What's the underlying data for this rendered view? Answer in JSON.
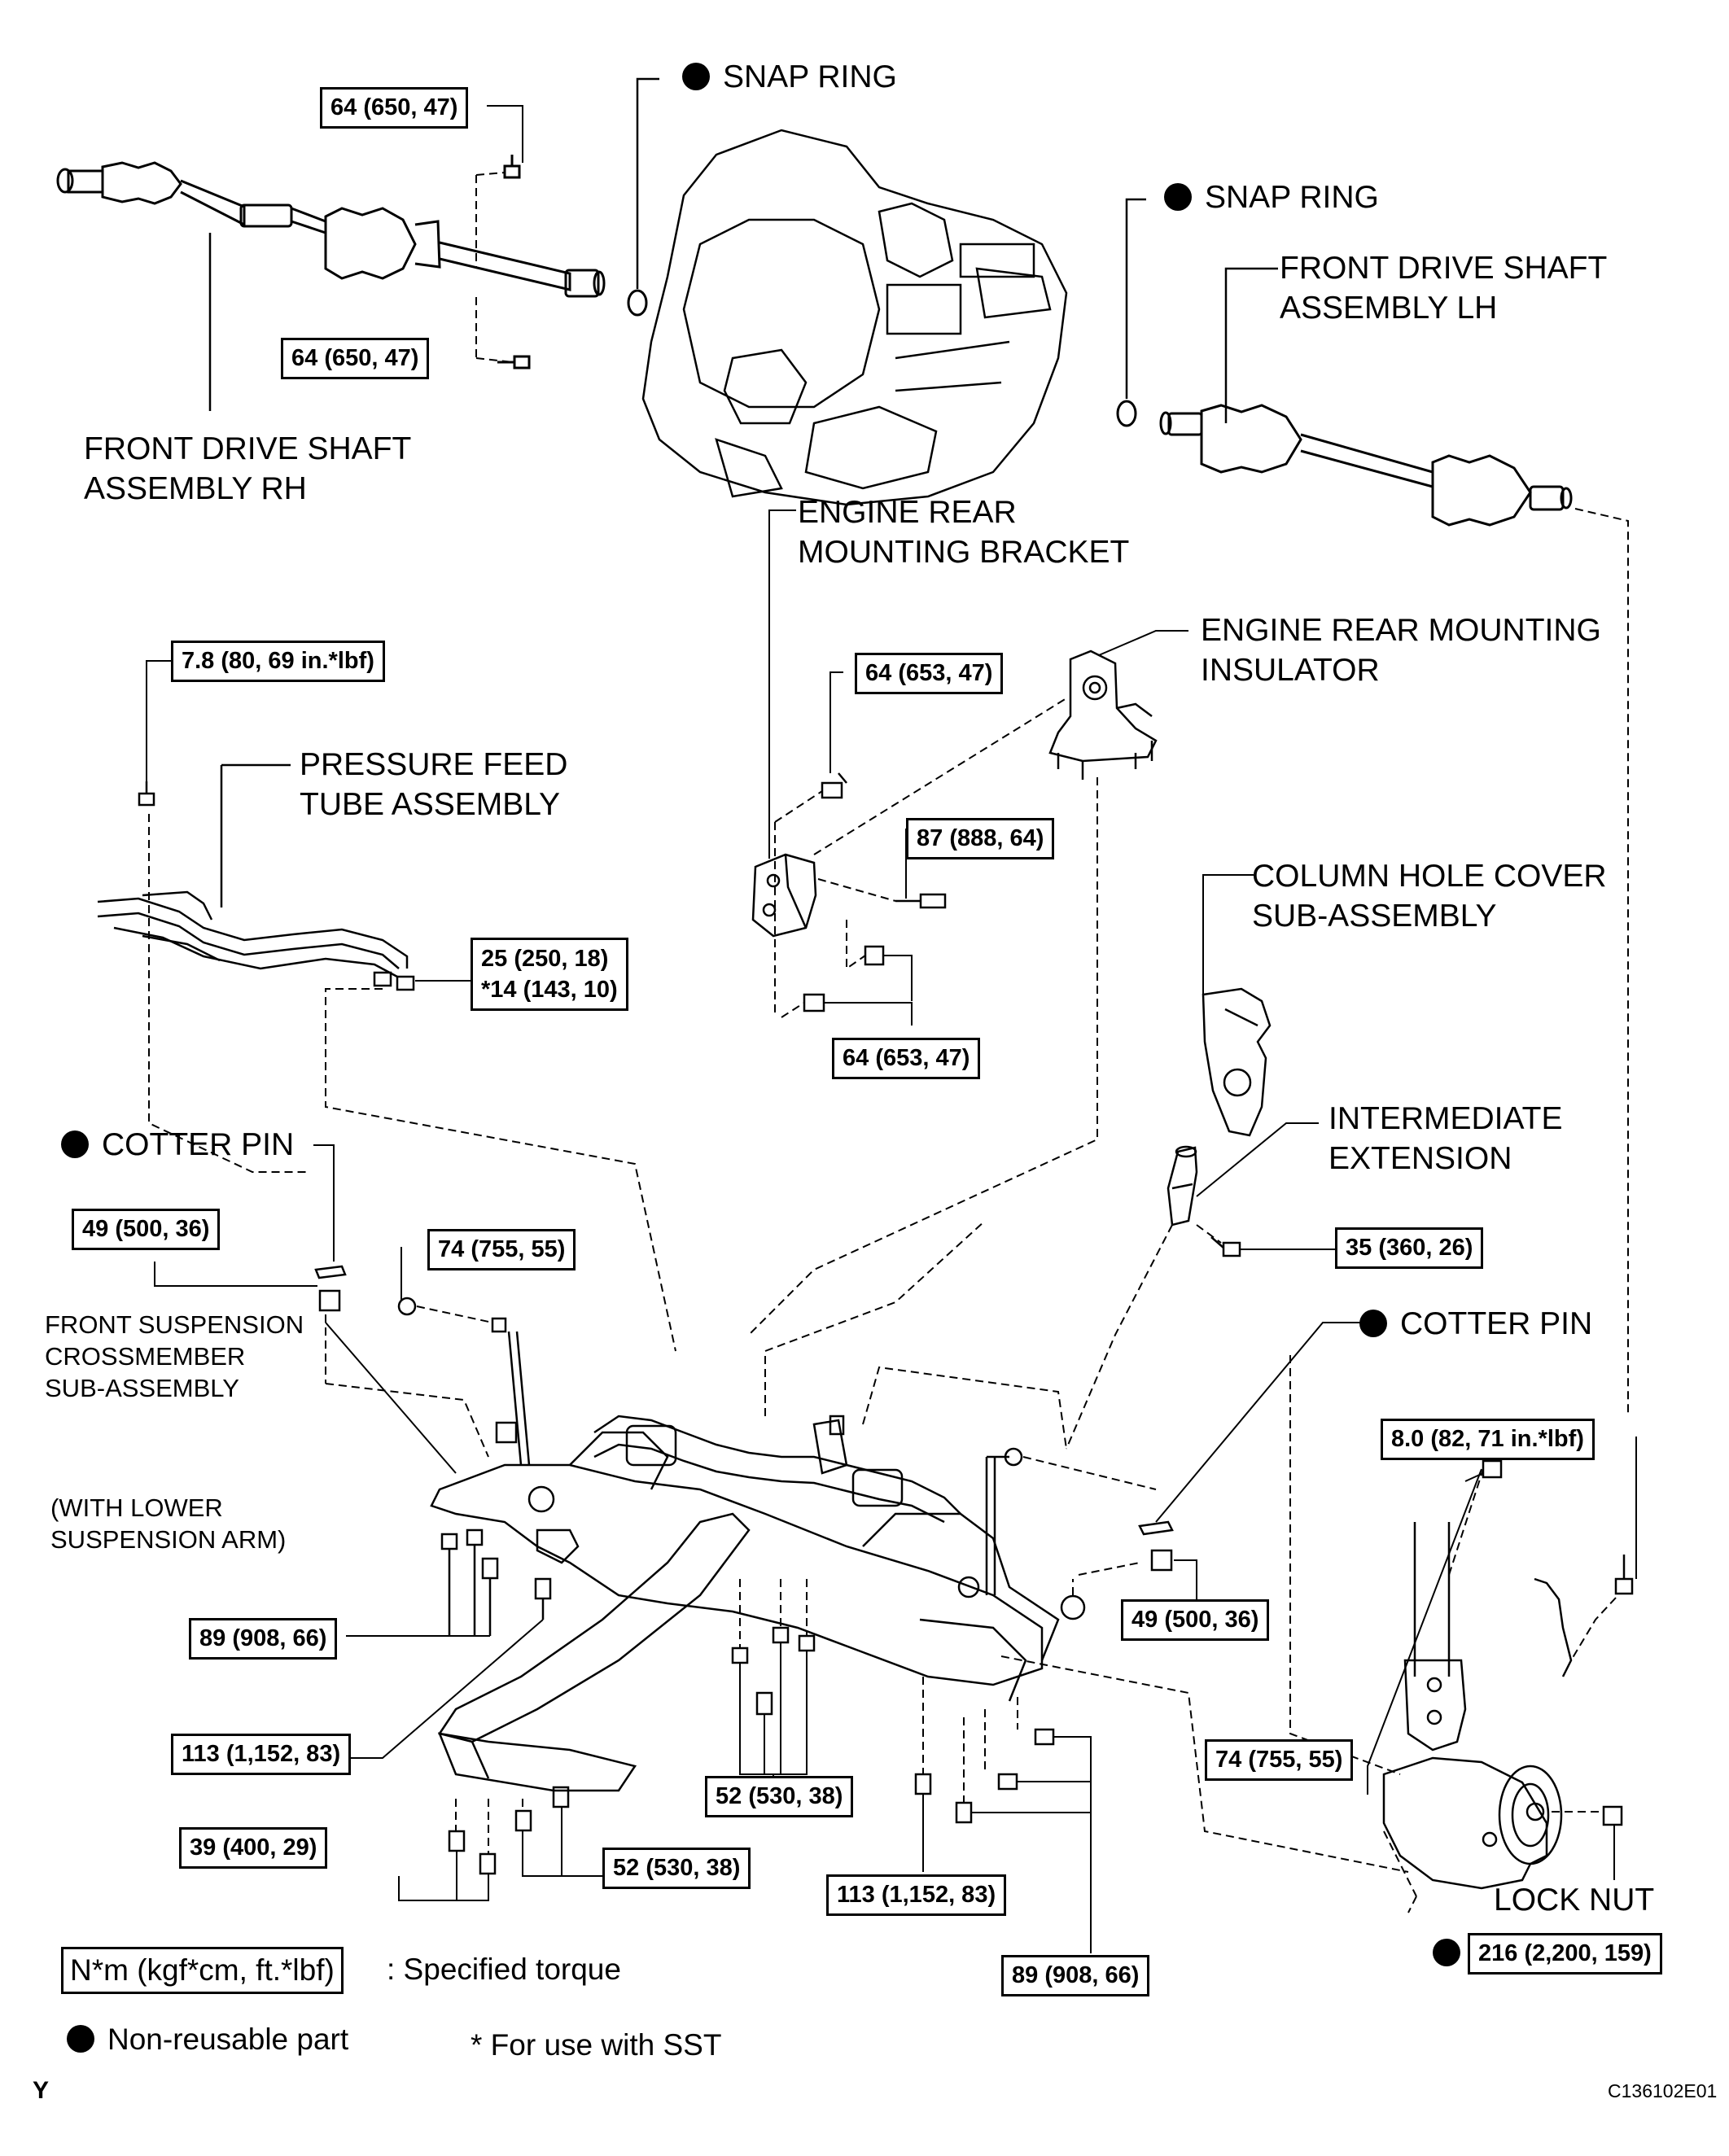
{
  "labels": {
    "snap_ring_1": "SNAP RING",
    "snap_ring_2": "SNAP RING",
    "front_drive_shaft_lh": "FRONT DRIVE SHAFT\nASSEMBLY LH",
    "front_drive_shaft_rh": "FRONT DRIVE SHAFT\nASSEMBLY RH",
    "engine_rear_mounting_bracket": "ENGINE REAR\nMOUNTING BRACKET",
    "engine_rear_mounting_insulator": "ENGINE REAR MOUNTING\nINSULATOR",
    "pressure_feed_tube": "PRESSURE FEED\nTUBE ASSEMBLY",
    "column_hole_cover": "COLUMN HOLE COVER\nSUB-ASSEMBLY",
    "intermediate_extension": "INTERMEDIATE\nEXTENSION",
    "cotter_pin_1": "COTTER PIN",
    "cotter_pin_2": "COTTER PIN",
    "front_suspension_crossmember": "FRONT SUSPENSION\nCROSSMEMBER\nSUB-ASSEMBLY",
    "with_lower_arm": "(WITH LOWER\nSUSPENSION ARM)",
    "lock_nut": "LOCK NUT"
  },
  "torques": {
    "t_64_650_47_a": "64 (650, 47)",
    "t_64_650_47_b": "64 (650, 47)",
    "t_7_8": "7.8 (80, 69 in.*lbf)",
    "t_64_653_47_a": "64 (653, 47)",
    "t_87_888_64": "87 (888, 64)",
    "t_25_250_18": "25 (250, 18)\n*14 (143, 10)",
    "t_64_653_47_b": "64 (653, 47)",
    "t_49_500_36_a": "49 (500, 36)",
    "t_74_755_55_a": "74 (755, 55)",
    "t_35_360_26": "35 (360, 26)",
    "t_8_0": "8.0 (82, 71 in.*lbf)",
    "t_89_908_66_a": "89 (908, 66)",
    "t_49_500_36_b": "49 (500, 36)",
    "t_113_a": "113 (1,152, 83)",
    "t_74_755_55_b": "74 (755, 55)",
    "t_52_530_38_a": "52 (530, 38)",
    "t_39_400_29": "39 (400, 29)",
    "t_52_530_38_b": "52 (530, 38)",
    "t_113_b": "113 (1,152, 83)",
    "t_89_908_66_b": "89 (908, 66)",
    "t_216": "216 (2,200, 159)"
  },
  "legend": {
    "unit_box": "N*m (kgf*cm, ft.*lbf)",
    "specified_torque": ": Specified torque",
    "non_reusable": "Non-reusable part",
    "sst_note": "* For use with SST"
  },
  "footer": {
    "corner_mark": "Y",
    "figure_code": "C136102E01"
  }
}
